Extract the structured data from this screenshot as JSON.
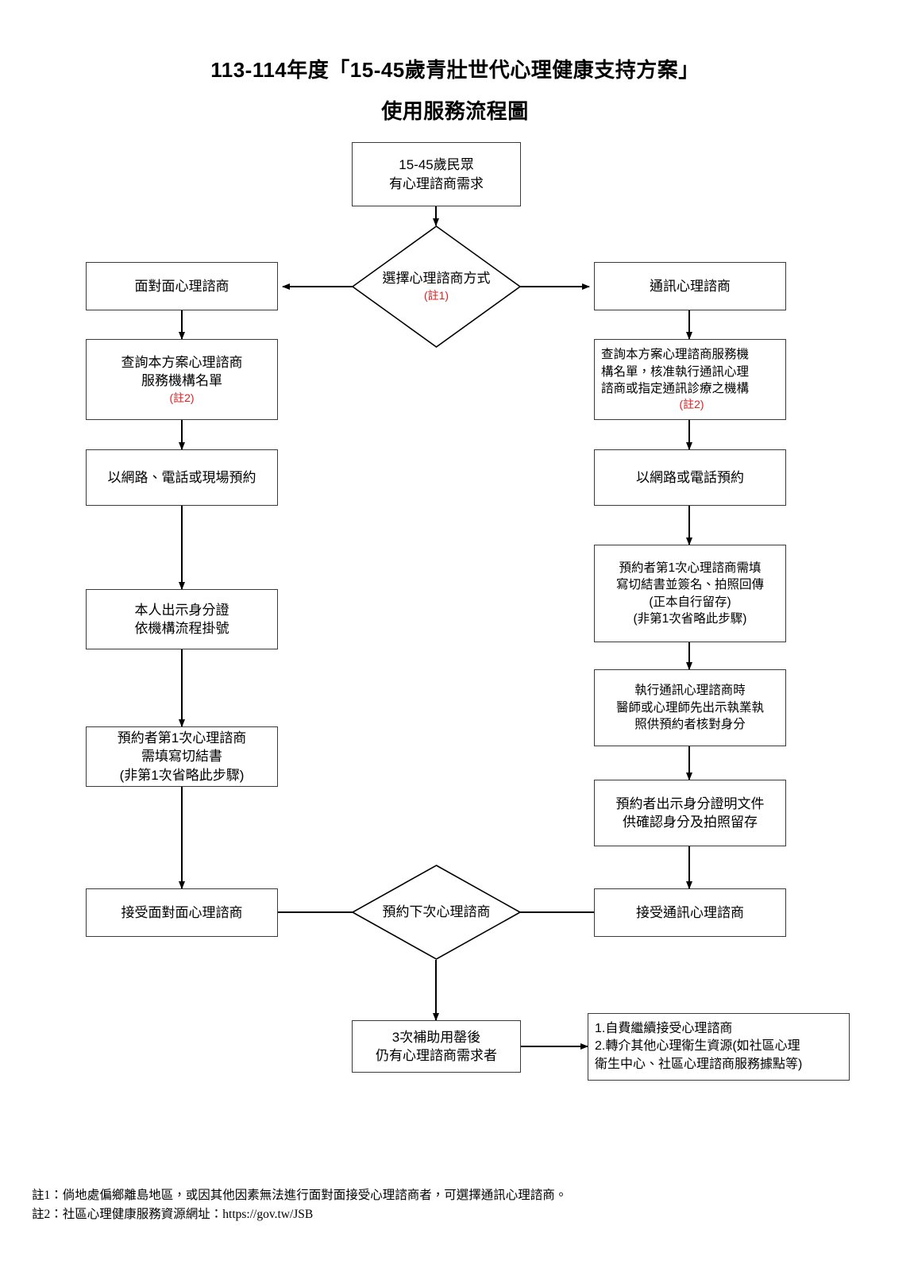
{
  "title": {
    "line1": "113-114年度「15-45歲青壯世代心理健康支持方案」",
    "line2": "使用服務流程圖"
  },
  "nodes": {
    "start": {
      "line1": "15-45歲民眾",
      "line2": "有心理諮商需求"
    },
    "decision_method": {
      "label": "選擇心理諮商方式",
      "note": "(註1)"
    },
    "left_face_to_face": {
      "line1": "面對面心理諮商"
    },
    "left_query_list": {
      "line1": "查詢本方案心理諮商",
      "line2": "服務機構名單",
      "note": "(註2)"
    },
    "left_booking": {
      "line1": "以網路、電話或現場預約"
    },
    "left_show_id": {
      "line1": "本人出示身分證",
      "line2": "依機構流程掛號"
    },
    "left_affidavit": {
      "line1": "預約者第1次心理諮商",
      "line2": "需填寫切結書",
      "line3": "(非第1次省略此步驟)"
    },
    "left_receive": {
      "line1": "接受面對面心理諮商"
    },
    "right_telehealth": {
      "line1": "通訊心理諮商"
    },
    "right_query_list": {
      "line1": "查詢本方案心理諮商服務機",
      "line2": "構名單，核准執行通訊心理",
      "line3": "諮商或指定通訊診療之機構",
      "note": "(註2)"
    },
    "right_booking": {
      "line1": "以網路或電話預約"
    },
    "right_affidavit": {
      "line1": "預約者第1次心理諮商需填",
      "line2": "寫切結書並簽名、拍照回傳",
      "line3": "(正本自行留存)",
      "line4": "(非第1次省略此步驟)"
    },
    "right_license": {
      "line1": "執行通訊心理諮商時",
      "line2": "醫師或心理師先出示執業執",
      "line3": "照供預約者核對身分"
    },
    "right_identity": {
      "line1": "預約者出示身分證明文件",
      "line2": "供確認身分及拍照留存"
    },
    "right_receive": {
      "line1": "接受通訊心理諮商"
    },
    "decision_next": {
      "label": "預約下次心理諮商"
    },
    "after_three": {
      "line1": "3次補助用罄後",
      "line2": "仍有心理諮商需求者"
    },
    "options": {
      "line1": "1.自費繼續接受心理諮商",
      "line2": "2.轉介其他心理衛生資源(如社區心理",
      "line3": "衛生中心、社區心理諮商服務據點等)"
    }
  },
  "footnotes": {
    "note1_label": "註1：",
    "note1_text": "倘地處偏鄉離島地區，或因其他因素無法進行面對面接受心理諮商者，可選擇通訊心理諮商。",
    "note2_label": "註2：",
    "note2_text": "社區心理健康服務資源網址：",
    "note2_url": "https://gov.tw/JSB"
  },
  "colors": {
    "border": "#3a3a3a",
    "note_red": "#e02020",
    "text": "#000000",
    "background": "#ffffff"
  }
}
